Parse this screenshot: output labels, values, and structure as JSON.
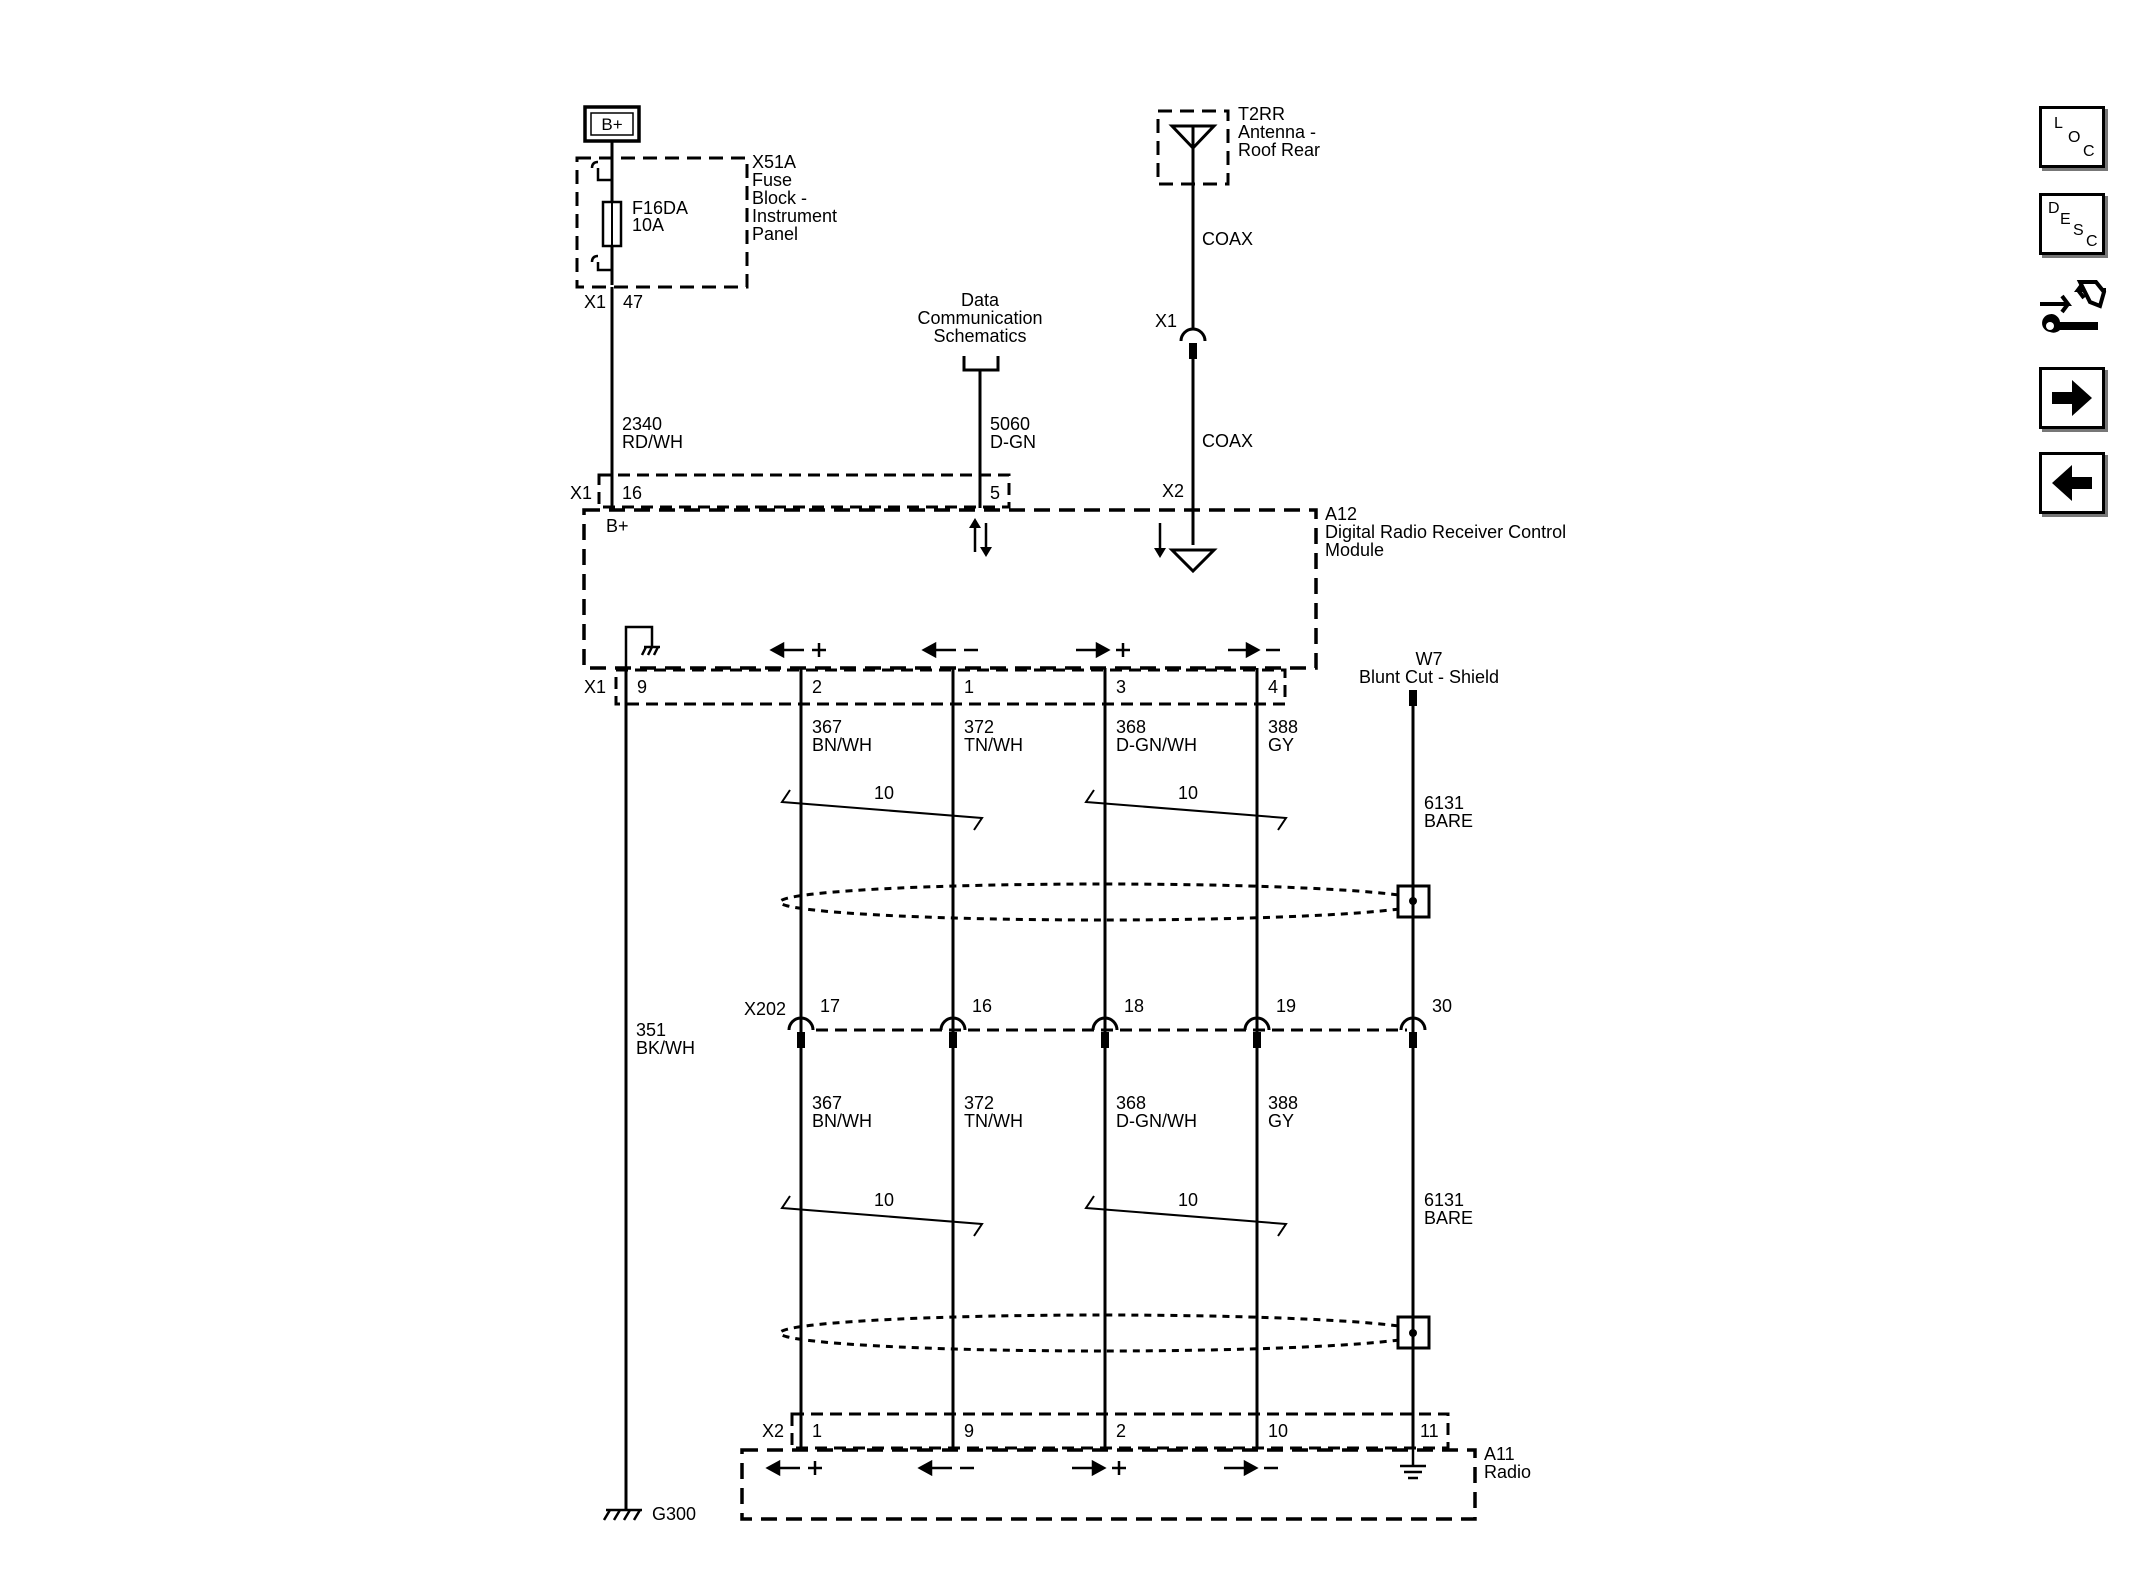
{
  "power": {
    "badge": "B+"
  },
  "fuse_block": {
    "id": "X51A",
    "name_lines": [
      "Fuse",
      "Block -",
      "Instrument",
      "Panel"
    ],
    "fuse_id": "F16DA",
    "fuse_rating": "10A",
    "conn": "X1",
    "pin": "47"
  },
  "antenna": {
    "id": "T2RR",
    "name_lines": [
      "Antenna -",
      "Roof Rear"
    ],
    "coax_upper": "COAX",
    "coax_lower": "COAX",
    "conn_inline": "X1",
    "conn_module": "X2"
  },
  "data_comm": {
    "label_lines": [
      "Data",
      "Communication",
      "Schematics"
    ],
    "circuit": "5060",
    "color": "D-GN",
    "pin": "5"
  },
  "power_wire": {
    "circuit": "2340",
    "color": "RD/WH",
    "conn": "X1",
    "pin": "16",
    "module_label": "B+"
  },
  "module": {
    "id": "A12",
    "name_lines": [
      "Digital Radio Receiver Control",
      "Module"
    ],
    "conn": "X1"
  },
  "ground_wire": {
    "pin": "9",
    "circuit": "351",
    "color": "BK/WH",
    "ground": "G300"
  },
  "signals": [
    {
      "pin": "2",
      "circuit": "367",
      "color": "BN/WH",
      "x202_pin": "17",
      "radio_pin": "1"
    },
    {
      "pin": "1",
      "circuit": "372",
      "color": "TN/WH",
      "x202_pin": "16",
      "radio_pin": "9"
    },
    {
      "pin": "3",
      "circuit": "368",
      "color": "D-GN/WH",
      "x202_pin": "18",
      "radio_pin": "2"
    },
    {
      "pin": "4",
      "circuit": "388",
      "color": "GY",
      "x202_pin": "19",
      "radio_pin": "10"
    }
  ],
  "twist_labels": [
    "10",
    "10",
    "10",
    "10"
  ],
  "drain": {
    "id": "W7",
    "name": "Blunt Cut - Shield",
    "circuit": "6131",
    "color": "BARE",
    "x202_pin": "30",
    "radio_pin": "11"
  },
  "inline_connector": {
    "id": "X202"
  },
  "radio": {
    "id": "A11",
    "name": "Radio",
    "conn": "X2"
  },
  "nav": [
    {
      "name": "loc-button",
      "letters": [
        "L",
        "O",
        "C"
      ]
    },
    {
      "name": "desc-button",
      "letters": [
        "D",
        "E",
        "S",
        "C"
      ]
    },
    {
      "name": "connector-diagnostics-button",
      "icon": "connector-wrench-icon"
    },
    {
      "name": "next-page-button",
      "icon": "arrow-right-icon"
    },
    {
      "name": "previous-page-button",
      "icon": "arrow-left-icon"
    }
  ]
}
